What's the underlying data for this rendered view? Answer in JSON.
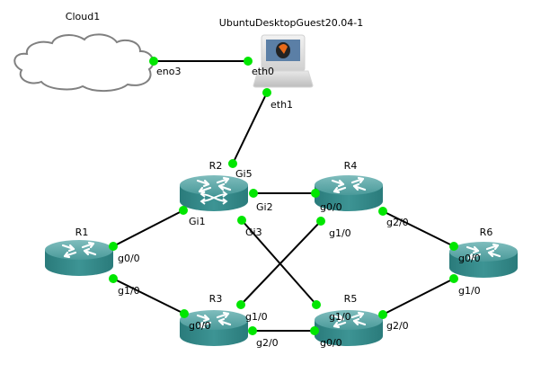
{
  "diagram": {
    "type": "network-topology",
    "colors": {
      "link": "#000000",
      "port_up": "#00e600",
      "router_body": "#2f8a8a",
      "router_top": "#5aa9a9",
      "cloud_stroke": "#808080"
    },
    "nodes": [
      {
        "id": "cloud1",
        "label": "Cloud1",
        "kind": "cloud"
      },
      {
        "id": "ubuntu",
        "label": "UbuntuDesktopGuest20.04-1",
        "kind": "host"
      },
      {
        "id": "R1",
        "label": "R1",
        "kind": "router"
      },
      {
        "id": "R2",
        "label": "R2",
        "kind": "switch-router"
      },
      {
        "id": "R3",
        "label": "R3",
        "kind": "router"
      },
      {
        "id": "R4",
        "label": "R4",
        "kind": "router"
      },
      {
        "id": "R5",
        "label": "R5",
        "kind": "router"
      },
      {
        "id": "R6",
        "label": "R6",
        "kind": "router"
      }
    ],
    "links": [
      {
        "a": "cloud1",
        "a_port": "eno3",
        "b": "ubuntu",
        "b_port": "eth0"
      },
      {
        "a": "ubuntu",
        "a_port": "eth1",
        "b": "R2",
        "b_port": "Gi5"
      },
      {
        "a": "R2",
        "a_port": "Gi2",
        "b": "R4",
        "b_port": "g0/0"
      },
      {
        "a": "R2",
        "a_port": "Gi1",
        "b": "R1",
        "b_port": "g0/0"
      },
      {
        "a": "R2",
        "a_port": "Gi3",
        "b": "R5",
        "b_port": "g1/0"
      },
      {
        "a": "R4",
        "a_port": "g1/0",
        "b": "R3",
        "b_port": "g1/0"
      },
      {
        "a": "R4",
        "a_port": "g2/0",
        "b": "R6",
        "b_port": "g0/0"
      },
      {
        "a": "R1",
        "a_port": "g1/0",
        "b": "R3",
        "b_port": "g0/0"
      },
      {
        "a": "R3",
        "a_port": "g2/0",
        "b": "R5",
        "b_port": "g0/0"
      },
      {
        "a": "R5",
        "a_port": "g2/0",
        "b": "R6",
        "b_port": "g1/0"
      }
    ]
  }
}
